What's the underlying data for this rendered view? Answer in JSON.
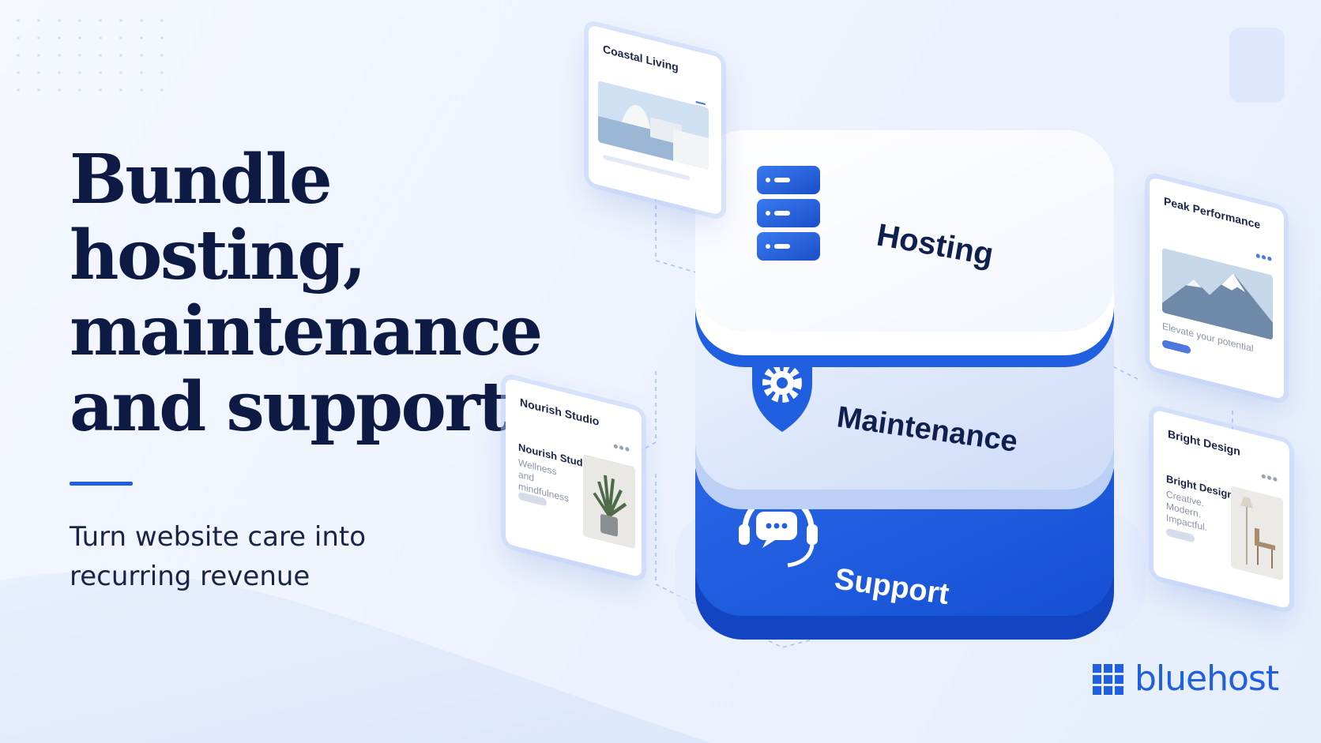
{
  "headline": [
    "Bundle hosting,",
    "maintenance",
    "and support"
  ],
  "subheadline": [
    "Turn website care into",
    "recurring revenue"
  ],
  "layers": [
    {
      "label": "Hosting",
      "icon": "server-stack-icon",
      "color": "#ffffff"
    },
    {
      "label": "Maintenance",
      "icon": "shield-gear-icon",
      "color": "#dbe6fb"
    },
    {
      "label": "Support",
      "icon": "headset-chat-icon",
      "color": "#1f5fe0"
    }
  ],
  "cards": {
    "coastal": {
      "title": "Coastal Living",
      "menu_icon": "hamburger-menu-icon"
    },
    "peak": {
      "title": "Peak Performance",
      "tagline": "Elevate your potential",
      "menu_icon": "more-dots-icon"
    },
    "nourish": {
      "title": "Nourish Studio",
      "heading": "Nourish Studio",
      "body": "Wellness and mindfulness",
      "menu_icon": "more-dots-icon"
    },
    "bright": {
      "title": "Bright Design",
      "heading": "Bright Design",
      "body": "Creative. Modern. Impactful.",
      "menu_icon": "more-dots-icon"
    }
  },
  "brand": {
    "name": "bluehost",
    "icon": "bluehost-grid-logo-icon"
  },
  "colors": {
    "navy": "#0d1b44",
    "brand_blue": "#1f5fe0",
    "light_blue": "#dbe6fb",
    "background": "#eef3fd"
  }
}
